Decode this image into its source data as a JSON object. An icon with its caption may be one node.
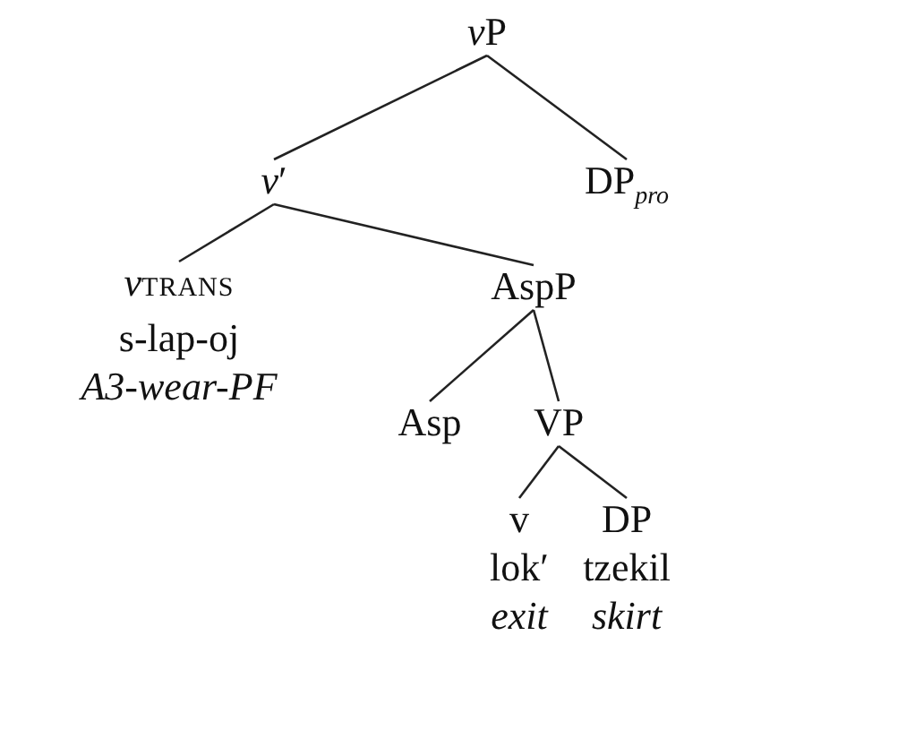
{
  "diagram": {
    "nodes": [
      {
        "text": [
          "vP"
        ]
      },
      {
        "text": [
          "*v*′"
        ]
      },
      {
        "text": [
          "DP$_{pro}$"
        ]
      },
      {
        "text": [
          "*v*$_{TRANS}$",
          "s-lap-oj",
          "A3-wear-PF"
        ]
      },
      {
        "text": [
          "AspP"
        ]
      },
      {
        "text": [
          "Asp"
        ]
      },
      {
        "text": [
          "VP"
        ]
      },
      {
        "text": [
          "v",
          "lok′",
          "exit"
        ]
      },
      {
        "text": [
          "DP",
          "tzekil",
          "skirt"
        ]
      }
    ],
    "edges": [
      {
        "from": 0,
        "to": 1,
        "arrow": "none"
      },
      {
        "from": 0,
        "to": 2,
        "arrow": "none"
      },
      {
        "from": 1,
        "to": 3,
        "arrow": "none"
      },
      {
        "from": 1,
        "to": 4,
        "arrow": "none"
      },
      {
        "from": 4,
        "to": 5,
        "arrow": "none"
      },
      {
        "from": 4,
        "to": 6,
        "arrow": "none"
      },
      {
        "from": 6,
        "to": 7,
        "arrow": "none"
      },
      {
        "from": 6,
        "to": 8,
        "arrow": "none"
      }
    ]
  }
}
